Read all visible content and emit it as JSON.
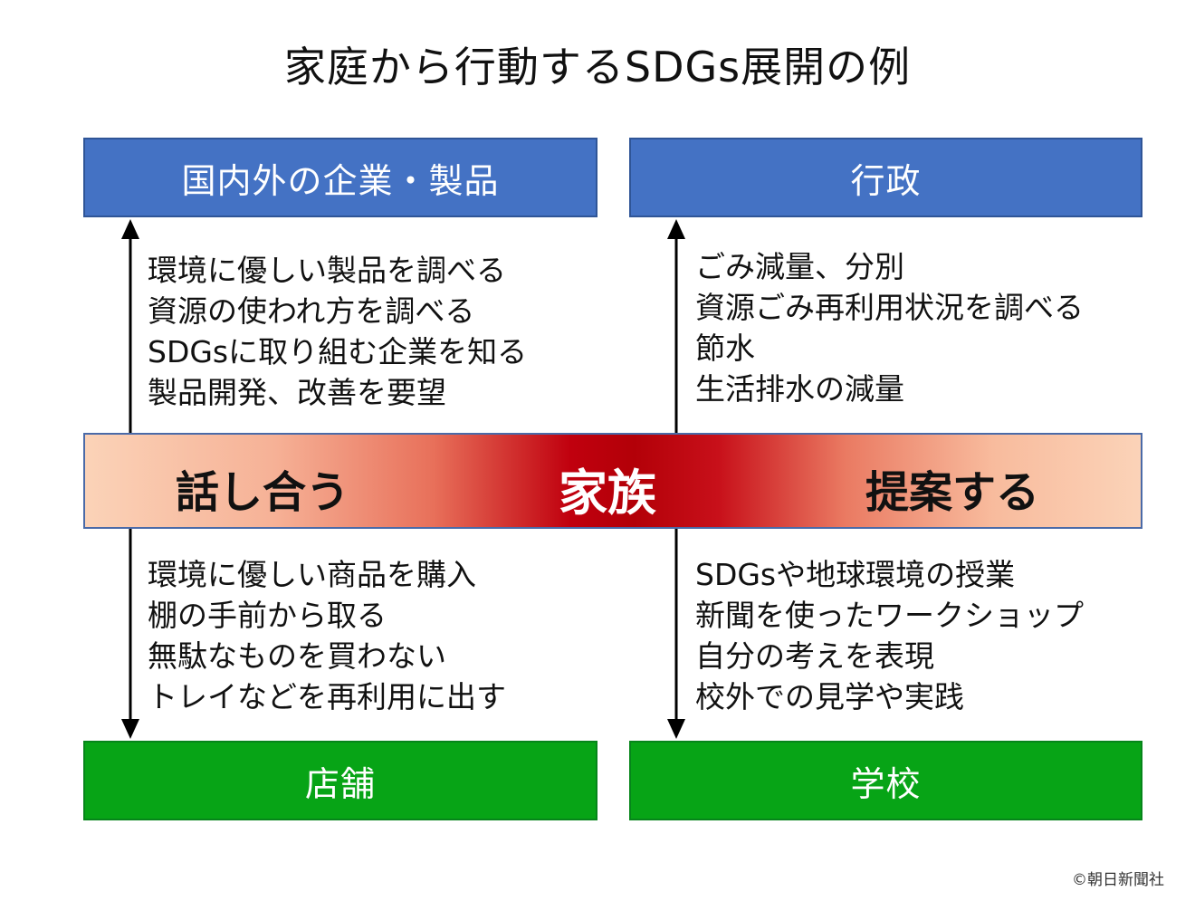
{
  "title": "家庭から行動するSDGs展開の例",
  "boxes": {
    "top_left": "国内外の企業・製品",
    "top_right": "行政",
    "bottom_left": "店舗",
    "bottom_right": "学校"
  },
  "lists": {
    "top_left": [
      "環境に優しい製品を調べる",
      "資源の使われ方を調べる",
      "SDGsに取り組む企業を知る",
      "製品開発、改善を要望"
    ],
    "top_right": [
      "ごみ減量、分別",
      "資源ごみ再利用状況を調べる",
      "節水",
      "生活排水の減量"
    ],
    "bottom_left": [
      "環境に優しい商品を購入",
      "棚の手前から取る",
      "無駄なものを買わない",
      "トレイなどを再利用に出す"
    ],
    "bottom_right": [
      "SDGsや地球環境の授業",
      "新聞を使ったワークショップ",
      "自分の考えを表現",
      "校外での見学や実践"
    ]
  },
  "band": {
    "left": "話し合う",
    "center": "家族",
    "right": "提案する"
  },
  "credit": "©朝日新聞社",
  "colors": {
    "blue_box": "#4472c4",
    "green_box": "#07a416",
    "band_center": "#b30008",
    "band_edge": "#fbd3b8"
  }
}
